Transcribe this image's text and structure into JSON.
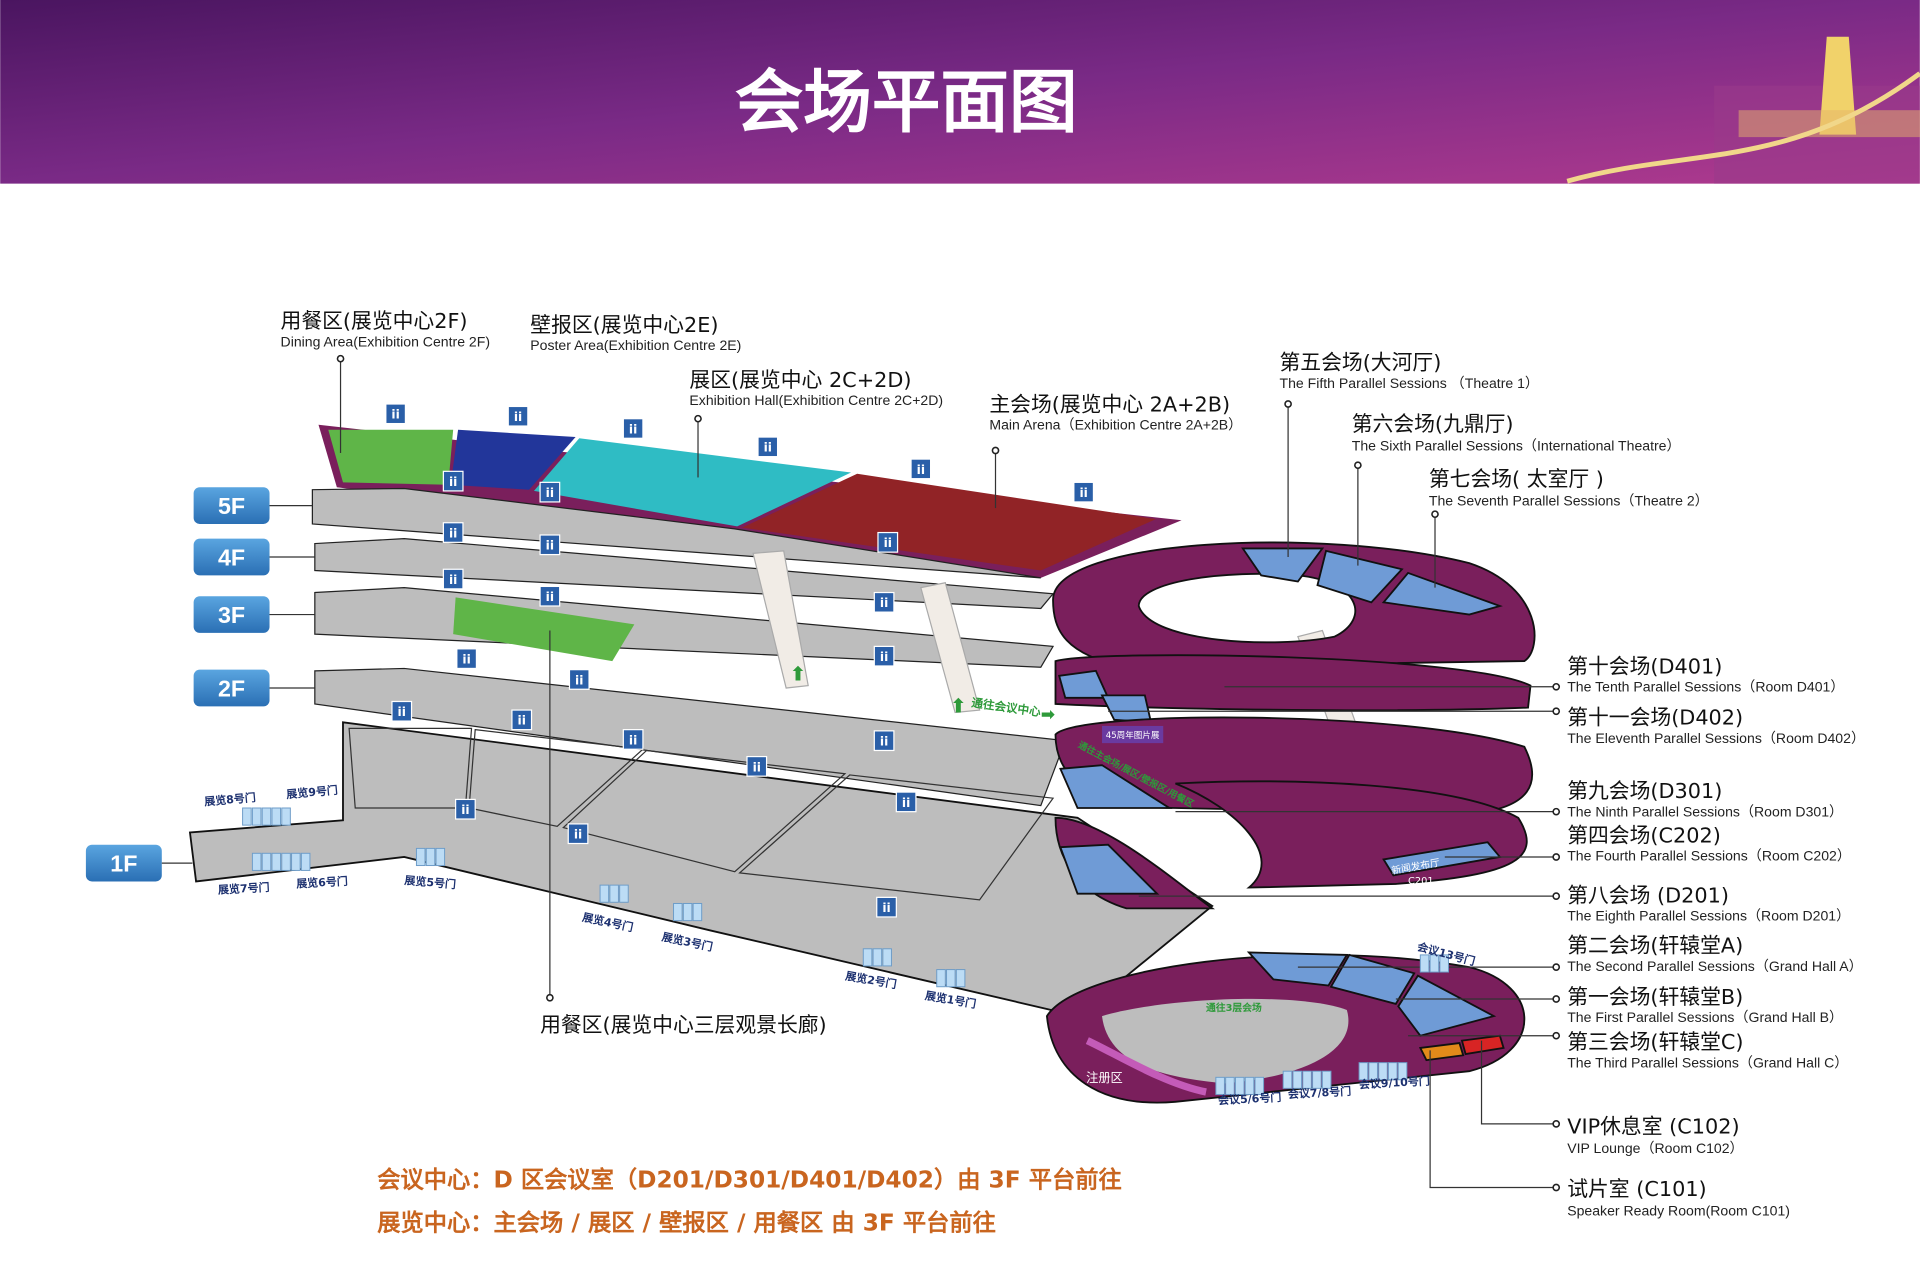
{
  "header": {
    "title": "会场平面图",
    "accent": "#6a1f78"
  },
  "floors": [
    "5F",
    "4F",
    "3F",
    "2F",
    "1F"
  ],
  "exhibition_labels": [
    {
      "cn": "用餐区(展览中心2F)",
      "en": "Dining Area(Exhibition Centre 2F)"
    },
    {
      "cn": "壁报区(展览中心2E)",
      "en": "Poster Area(Exhibition Centre 2E)"
    },
    {
      "cn": "展区(展览中心 2C+2D)",
      "en": "Exhibition Hall(Exhibition Centre 2C+2D)"
    },
    {
      "cn": "主会场(展览中心 2A+2B)",
      "en": "Main Arena（Exhibition Centre 2A+2B）"
    }
  ],
  "theatre_labels": [
    {
      "cn": "第五会场(大河厅)",
      "en": "The Fifth Parallel Sessions （Theatre 1）"
    },
    {
      "cn": "第六会场(九鼎厅)",
      "en": "The Sixth Parallel Sessions（International Theatre）"
    },
    {
      "cn": "第七会场( 太室厅 )",
      "en": "The Seventh Parallel Sessions（Theatre 2）"
    }
  ],
  "room_labels": [
    {
      "cn": "第十会场(D401)",
      "en": "The Tenth Parallel Sessions（Room D401）"
    },
    {
      "cn": "第十一会场(D402)",
      "en": "The Eleventh Parallel Sessions（Room D402）"
    },
    {
      "cn": "第九会场(D301)",
      "en": "The Ninth Parallel Sessions（Room D301）"
    },
    {
      "cn": "第四会场(C202)",
      "en": "The Fourth Parallel Sessions（Room C202）"
    },
    {
      "cn": "第八会场 (D201)",
      "en": "The Eighth Parallel Sessions（Room D201）"
    },
    {
      "cn": "第二会场(轩辕堂A)",
      "en": "The Second Parallel Sessions（Grand Hall A）"
    },
    {
      "cn": "第一会场(轩辕堂B)",
      "en": "The First Parallel Sessions（Grand Hall B）"
    },
    {
      "cn": "第三会场(轩辕堂C)",
      "en": "The  Third  Parallel Sessions（Grand Hall C）"
    },
    {
      "cn": "VIP休息室 (C102)",
      "en": "VIP Lounge（Room C102）"
    },
    {
      "cn": "试片室 (C101)",
      "en": "Speaker Ready Room(Room C101)"
    }
  ],
  "dining_corridor": "用餐区(展览中心三层观景长廊)",
  "exhibition_doors": [
    "展览8号门",
    "展览9号门",
    "展览7号门",
    "展览6号门",
    "展览5号门",
    "展览4号门",
    "展览3号门",
    "展览2号门",
    "展览1号门"
  ],
  "conference_doors": [
    "会议13号门",
    "会议5/6号门",
    "会议7/8号门",
    "会议9/10号门"
  ],
  "map_labels": {
    "registration": "注册区",
    "press_room": "新闻发布厅",
    "c201": "C201",
    "to_conference_centre": "通往会议中心",
    "to_main_arena": "通往主会场/展区/壁报区/用餐区",
    "to_3f_rooms": "通往3层会场",
    "photo_exhibit": "45周年图片展"
  },
  "notes": [
    "会议中心：D 区会议室（D201/D301/D401/D402）由 3F 平台前往",
    "展览中心：主会场 / 展区 / 壁报区 / 用餐区   由 3F 平台前往"
  ],
  "colors": {
    "purple": "#7a1f5c",
    "room_blue": "#6f9bd6",
    "floor_gray": "#bdbdbd",
    "badge_blue": "#3a86c8"
  }
}
